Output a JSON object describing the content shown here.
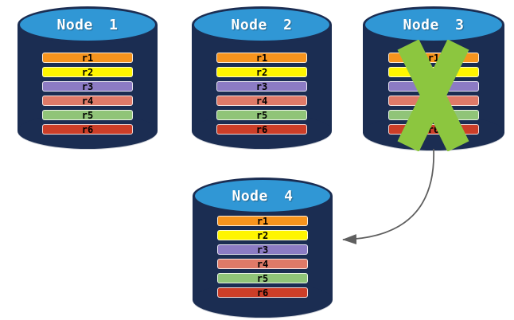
{
  "diagram": {
    "nodes": [
      {
        "label": "Node 1",
        "failed": false
      },
      {
        "label": "Node 2",
        "failed": false
      },
      {
        "label": "Node 3",
        "failed": true
      },
      {
        "label": "Node 4",
        "failed": false
      }
    ],
    "rows": [
      {
        "label": "r1",
        "color": "#F7941D"
      },
      {
        "label": "r2",
        "color": "#FFF500"
      },
      {
        "label": "r3",
        "color": "#8C7BC4"
      },
      {
        "label": "r4",
        "color": "#DF7A68"
      },
      {
        "label": "r5",
        "color": "#90C478"
      },
      {
        "label": "r6",
        "color": "#CC3E28"
      }
    ],
    "failure": {
      "node": "Node 3",
      "mark": "X"
    },
    "arrow": {
      "from": "Node 3",
      "to": "Node 4"
    },
    "colors": {
      "cylinder_body": "#1B2D52",
      "cylinder_top": "#3097D5",
      "failure_x": "#8CC63F",
      "arrow": "#5F5F5F",
      "node_text": "#FFFFFF",
      "bar_text": "#000000"
    }
  }
}
